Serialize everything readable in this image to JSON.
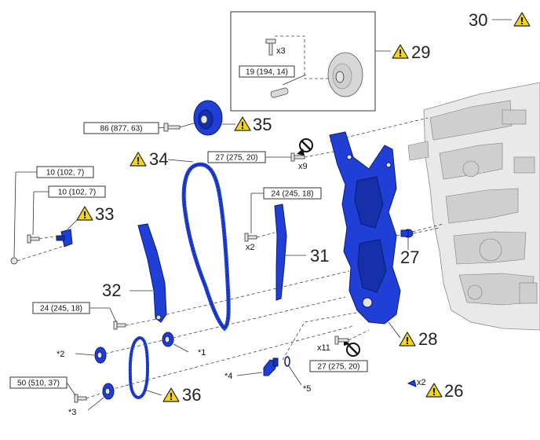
{
  "callouts": {
    "c26": "26",
    "c27": "27",
    "c28": "28",
    "c29": "29",
    "c30": "30",
    "c31": "31",
    "c32": "32",
    "c33": "33",
    "c34": "34",
    "c35": "35",
    "c36": "36"
  },
  "torques": {
    "t29": "19 (194, 14)",
    "t35": "86 (877, 63)",
    "t_cover": "27 (275, 20)",
    "t_cover_lower": "27 (275, 20)",
    "t33a": "10 (102, 7)",
    "t33b": "10 (102, 7)",
    "t31": "24 (245, 18)",
    "t32": "24 (245, 18)",
    "t36": "50 (510, 37)"
  },
  "quantities": {
    "q29": "x3",
    "q_cover": "x9",
    "q31": "x2",
    "q_cover_lower": "x11",
    "q26": "x2"
  },
  "refs": {
    "r1": "*1",
    "r2": "*2",
    "r3": "*3",
    "r4": "*4",
    "r5": "*5"
  },
  "icons": {
    "warning": "warning-triangle-icon",
    "sealant": "sealant-applicator-icon"
  },
  "colors": {
    "parts": "#1f3fd6",
    "warning": "#f4d614",
    "engine": "#e9e9e9"
  }
}
